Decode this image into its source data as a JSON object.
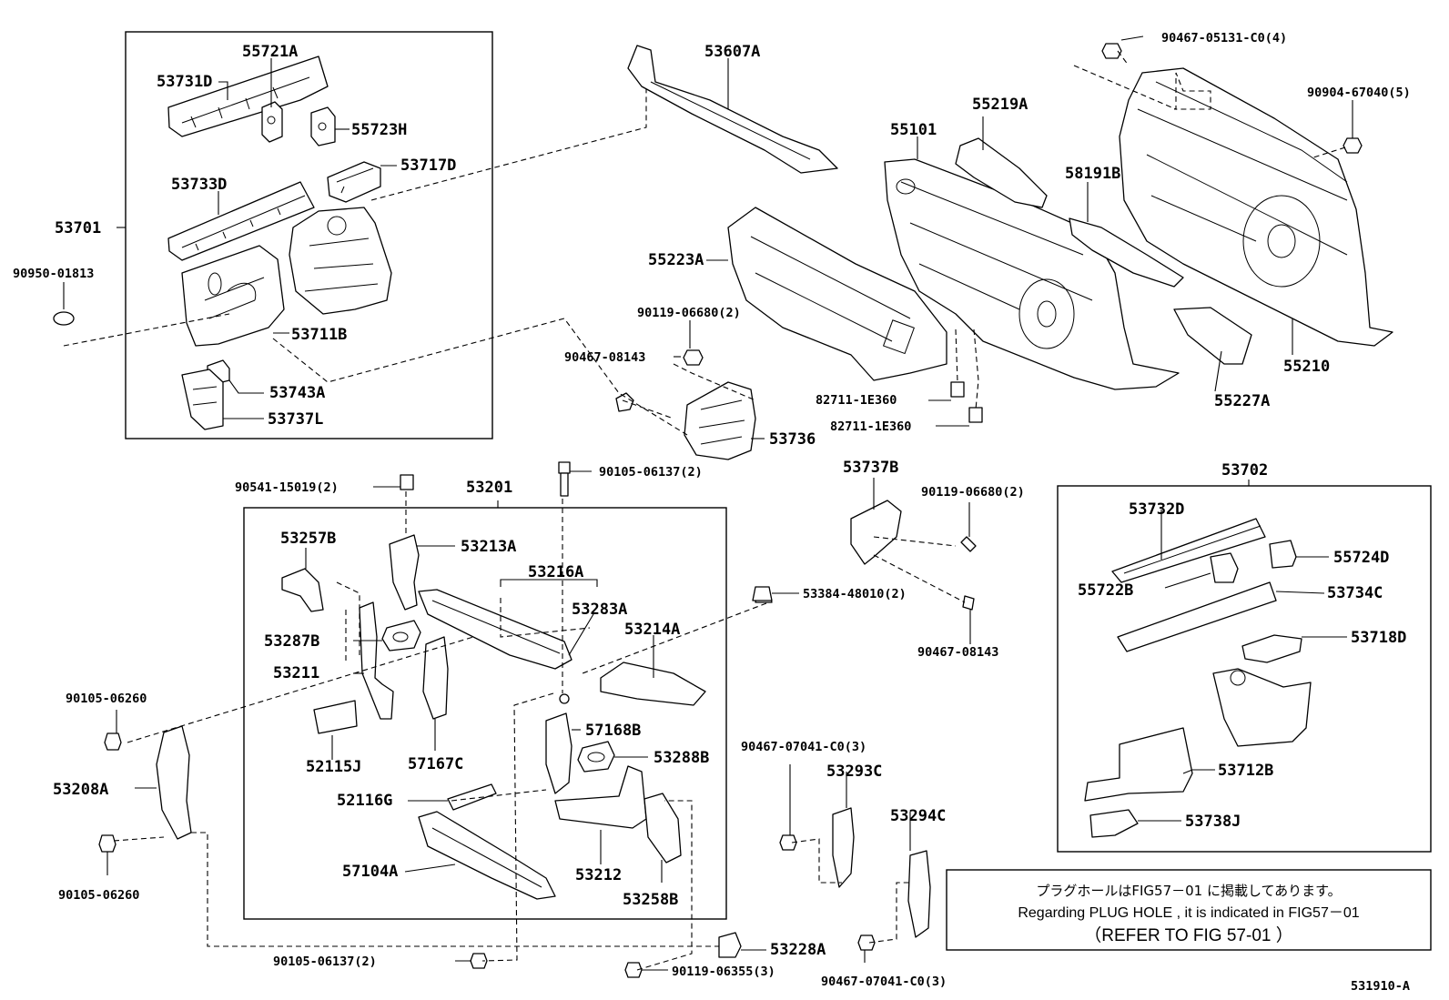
{
  "parts": {
    "p53701": "53701",
    "p90950_01813": "90950-01813",
    "p53731D": "53731D",
    "p55721A": "55721A",
    "p55723H": "55723H",
    "p53717D": "53717D",
    "p53733D": "53733D",
    "p53711B": "53711B",
    "p53743A": "53743A",
    "p53737L": "53737L",
    "p53607A": "53607A",
    "p55101": "55101",
    "p55219A": "55219A",
    "p58191B": "58191B",
    "p55223A": "55223A",
    "p90119_06680_2a": "90119-06680(2)",
    "p90467_08143a": "90467-08143",
    "p53736": "53736",
    "p82711_1E360a": "82711-1E360",
    "p82711_1E360b": "82711-1E360",
    "p55227A": "55227A",
    "p55210": "55210",
    "p90467_05131_C0_4": "90467-05131-C0(4)",
    "p90904_67040_5": "90904-67040(5)",
    "p90541_15019_2": "90541-15019(2)",
    "p53201": "53201",
    "p90105_06137_2a": "90105-06137(2)",
    "p53257B": "53257B",
    "p53213A": "53213A",
    "p53216A": "53216A",
    "p53283A": "53283A",
    "p53287B": "53287B",
    "p53211": "53211",
    "p53214A": "53214A",
    "p52115J": "52115J",
    "p57167C": "57167C",
    "p57168B": "57168B",
    "p53288B": "53288B",
    "p52116G": "52116G",
    "p57104A": "57104A",
    "p53212": "53212",
    "p53258B": "53258B",
    "p90105_06260a": "90105-06260",
    "p53208A": "53208A",
    "p90105_06260b": "90105-06260",
    "p90105_06137_2b": "90105-06137(2)",
    "p53384_48010_2": "53384-48010(2)",
    "p53737B": "53737B",
    "p90119_06680_2b": "90119-06680(2)",
    "p90467_08143b": "90467-08143",
    "p90467_07041_C0_3a": "90467-07041-C0(3)",
    "p53293C": "53293C",
    "p53294C": "53294C",
    "p90467_07041_C0_3b": "90467-07041-C0(3)",
    "p53228A": "53228A",
    "p90119_06355_3": "90119-06355(3)",
    "p53702": "53702",
    "p53732D": "53732D",
    "p55724D": "55724D",
    "p55722B": "55722B",
    "p53734C": "53734C",
    "p53718D": "53718D",
    "p53712B": "53712B",
    "p53738J": "53738J"
  },
  "note": {
    "jp": "プラグホールはFIG57－01 に掲載してあります。",
    "en": "Regarding  PLUG HOLE , it is indicated in  FIG57－01",
    "ref": "（REFER TO FIG 57-01 ）"
  },
  "figure_id": "531910-A"
}
